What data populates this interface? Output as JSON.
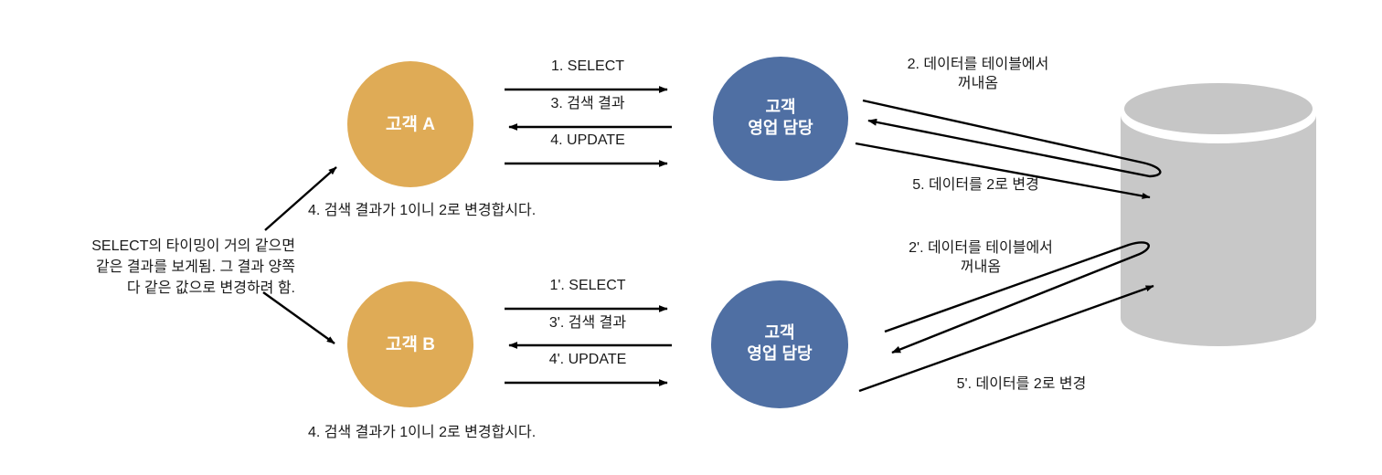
{
  "diagram": {
    "title": "DB concurrency / lost update scenario diagram",
    "colors": {
      "customer_fill": "#dfab56",
      "sales_fill": "#4f6fa3",
      "database_fill": "#c8c8c8",
      "database_top_fill": "#c4c4c4",
      "arrow_stroke": "#000000",
      "text": "#1a1a1a",
      "node_text": "#ffffff",
      "background": "#ffffff"
    },
    "nodes": {
      "customer_a": {
        "label": "고객 A"
      },
      "customer_b": {
        "label": "고객 B"
      },
      "sales_top": {
        "label": "고객\n영업 담당"
      },
      "sales_bottom": {
        "label": "고객\n영업 담당"
      },
      "database": {
        "label": ""
      }
    },
    "top_flow": {
      "step1": "1. SELECT",
      "step3": "3. 검색 결과",
      "step4": "4. UPDATE",
      "step2": "2. 데이터를 테이블에서\n꺼내옴",
      "step5": "5. 데이터를 2로 변경",
      "caption": "4. 검색 결과가 1이니 2로 변경합시다."
    },
    "bottom_flow": {
      "step1": "1'. SELECT",
      "step3": "3'. 검색 결과",
      "step4": "4'. UPDATE",
      "step2": "2'. 데이터를 테이블에서\n꺼내옴",
      "step5": "5'. 데이터를 2로 변경",
      "caption": "4. 검색 결과가 1이니 2로 변경합시다."
    },
    "note": {
      "text": "SELECT의 타이밍이 거의 같으면\n같은 결과를 보게됨. 그 결과 양쪽\n다 같은 값으로 변경하려 함."
    }
  }
}
